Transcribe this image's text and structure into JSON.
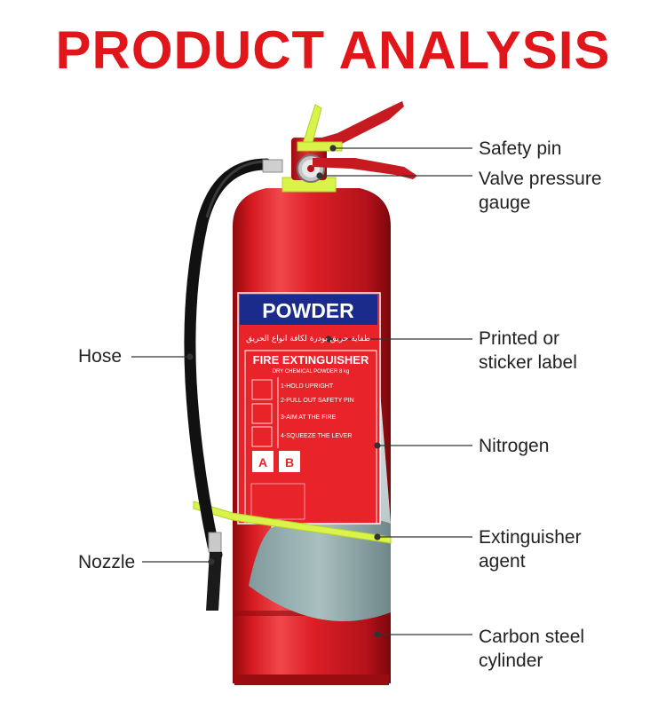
{
  "title": "PRODUCT ANALYSIS",
  "colors": {
    "title": "#e0161b",
    "cylinder": "#d9181e",
    "label_blue": "#1b2b8c"
  },
  "extinguisher_label": {
    "header": "POWDER",
    "arabic_line": "طفاية حريق بودرة لكافة انواع الحريق",
    "subtitle": "FIRE EXTINGUISHER",
    "small": "DRY CHEMICAL POWDER 8 kg",
    "steps": [
      "1-HOLD UPRIGHT",
      "2-PULL OUT SAFETY PIN",
      "3-AIM AT THE FIRE",
      "4-SQUEEZE THE LEVER"
    ]
  },
  "callouts": {
    "safety_pin": "Safety pin",
    "gauge_line1": "Valve pressure",
    "gauge_line2": "gauge",
    "label_line1": "Printed or",
    "label_line2": "sticker label",
    "nitrogen": "Nitrogen",
    "agent_line1": "Extinguisher",
    "agent_line2": "agent",
    "cylinder_line1": "Carbon steel",
    "cylinder_line2": "cylinder",
    "hose": "Hose",
    "nozzle": "Nozzle"
  }
}
